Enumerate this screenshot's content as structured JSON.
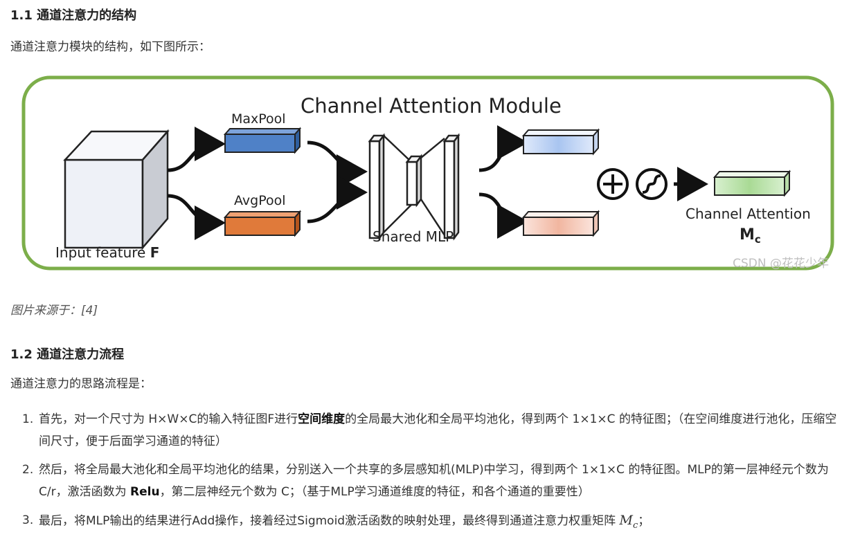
{
  "section1": {
    "heading": "1.1 通道注意力的结构",
    "intro": "通道注意力模块的结构，如下图所示："
  },
  "figure": {
    "title": "Channel Attention Module",
    "maxpool_label": "MaxPool",
    "avgpool_label": "AvgPool",
    "input_label": "Input feature ",
    "input_symbol": "F",
    "mlp_label": "Shared MLP",
    "output_label": "Channel Attention",
    "output_symbol": "M",
    "output_subscript": "c",
    "watermark": "CSDN @花花少年",
    "colors": {
      "border": "#7cae4a",
      "maxpool": "#4f81c7",
      "avgpool": "#e07a3a",
      "output": "#9fd18a"
    }
  },
  "caption": "图片来源于：[4]",
  "section2": {
    "heading": "1.2 通道注意力流程",
    "intro": "通道注意力的思路流程是："
  },
  "steps": [
    {
      "num": "1.",
      "pre": "首先，对一个尺寸为 H×W×C的输入特征图F进行",
      "bold": "空间维度",
      "post": "的全局最大池化和全局平均池化，得到两个 1×1×C 的特征图；（在空间维度进行池化，压缩空间尺寸，便于后面学习通道的特征）"
    },
    {
      "num": "2.",
      "pre": "然后，将全局最大池化和全局平均池化的结果，分别送入一个共享的多层感知机(MLP)中学习，得到两个 1×1×C 的特征图。MLP的第一层神经元个数为 C/r，激活函数为 ",
      "bold": "Relu",
      "post": "，第二层神经元个数为 C；（基于MLP学习通道维度的特征，和各个通道的重要性）"
    },
    {
      "num": "3.",
      "pre": "最后，将MLP输出的结果进行Add操作，接着经过Sigmoid激活函数的映射处理，最终得到通道注意力权重矩阵 ",
      "math": "M",
      "math_sub": "c",
      "post": "；"
    }
  ]
}
